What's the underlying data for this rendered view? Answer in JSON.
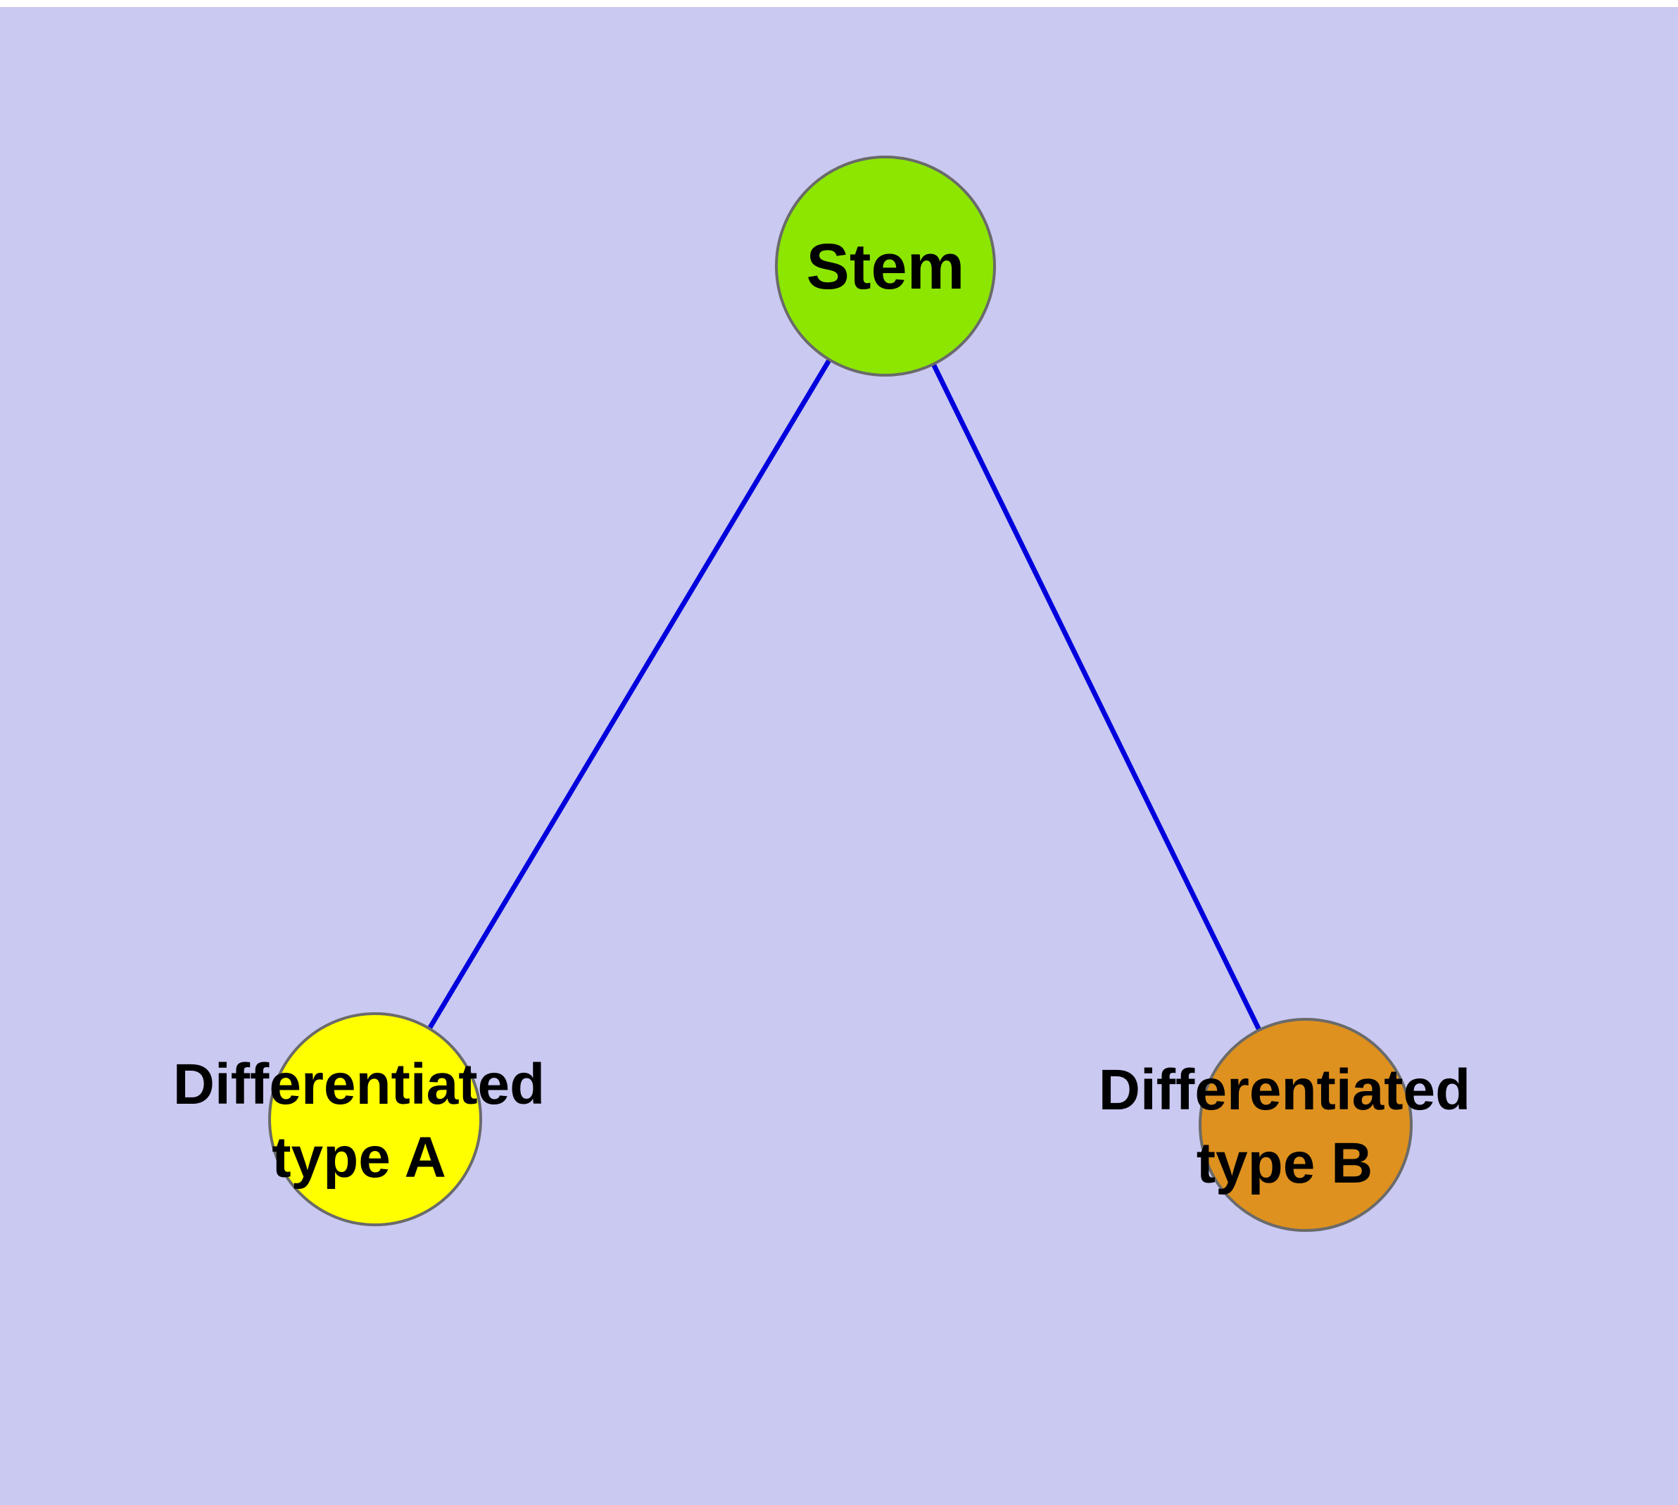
{
  "diagram": {
    "type": "graph",
    "background_color": "#c9c9f2",
    "edge_color": "#0000dd",
    "node_border_color": "#6a6a6a",
    "nodes": {
      "stem": {
        "label": "Stem",
        "fill": "#8ce600"
      },
      "diff_a": {
        "label_line1": "Differentiated",
        "label_line2": "type A",
        "fill": "#ffff00"
      },
      "diff_b": {
        "label_line1": "Differentiated",
        "label_line2": "type B",
        "fill": "#de911e"
      }
    },
    "edges": [
      {
        "from": "stem",
        "to": "diff_a"
      },
      {
        "from": "stem",
        "to": "diff_b"
      }
    ]
  }
}
